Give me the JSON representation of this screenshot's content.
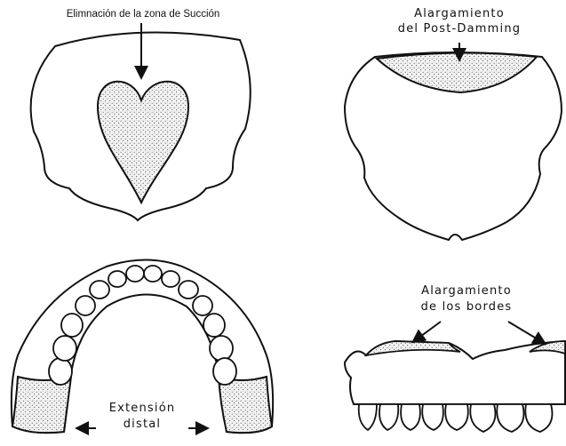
{
  "panels": [
    {
      "id": "suction-relief",
      "label_lines": [
        "Elimnación de la zona de Succión"
      ]
    },
    {
      "id": "post-damming",
      "label_lines": [
        "Alargamiento",
        "del Post-Damming"
      ]
    },
    {
      "id": "distal-extension",
      "label_lines": [
        "Extensión",
        "distal"
      ]
    },
    {
      "id": "border-lengthening",
      "label_lines": [
        "Alargamiento",
        "de los bordes"
      ]
    }
  ],
  "colors": {
    "ink": "#111111",
    "paper": "#ffffff",
    "stipple": "#333333"
  }
}
